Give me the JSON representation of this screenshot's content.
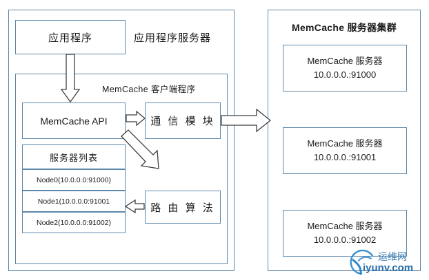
{
  "diagram": {
    "left_panel": {
      "title": "应用程序服务器",
      "app_program": "应用程序",
      "client_panel_title": "MemCache 客户端程序",
      "memcache_api": "MemCache API",
      "comm_module": "通 信 模 块",
      "route_algorithm": "路 由 算 法",
      "server_list": {
        "header": "服务器列表",
        "nodes": [
          "Node0(10.0.0.0:91000)",
          "Node1(10.0.0.0:91001",
          "Node2(10.0.0.0:91002)"
        ]
      }
    },
    "right_panel": {
      "title": "MemCache 服务器集群",
      "servers": [
        {
          "name": "MemCache 服务器",
          "address": "10.0.0.0.:91000"
        },
        {
          "name": "MemCache 服务器",
          "address": "10.0.0.0.:91001"
        },
        {
          "name": "MemCache 服务器",
          "address": "10.0.0.0.:91002"
        }
      ]
    },
    "watermark": {
      "cn": "运维网",
      "url": "iyunv.com"
    },
    "colors": {
      "box_border": "#5b87ab",
      "arrow_stroke": "#3f3f3f",
      "watermark_blue": "#2a6ea8",
      "text": "#1a1a1a"
    }
  }
}
